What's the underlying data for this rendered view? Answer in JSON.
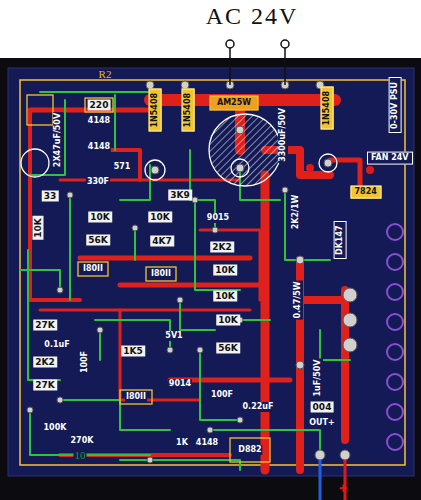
{
  "diagram": {
    "nodes": [
      {
        "text": [
          "1N5408"
        ]
      },
      {
        "text": [
          "1N5408"
        ]
      },
      {
        "text": [
          "1N5408"
        ]
      },
      {
        "text": [
          "0-30V PSU"
        ]
      },
      {
        "text": [
          "FAN 24V"
        ]
      },
      {
        "text": [
          "7824"
        ]
      },
      {
        "text": [
          "DK147"
        ]
      }
    ],
    "labels": [
      "AC 24V",
      "R2",
      "220",
      "4148",
      "4148",
      "330F",
      "571",
      "2X47uF/50V",
      "33",
      "3K9",
      "10K",
      "10K",
      "9015",
      "56K",
      "4K7",
      "2K2",
      "10K",
      "I80II",
      "I80II",
      "10K",
      "10K",
      "27K",
      "0.1uF",
      "2K2",
      "27K",
      "100F",
      "1K5",
      "5V1",
      "10K",
      "56K",
      "9014",
      "I80II",
      "100F",
      "0.22uF",
      "100K",
      "270K",
      "1K",
      "4148",
      "D882",
      "004",
      "OUT+",
      "0.47/5W",
      "1uF/50V",
      "2K2/1W",
      "3300uF/50V",
      "AM25W",
      "10",
      "+"
    ]
  }
}
